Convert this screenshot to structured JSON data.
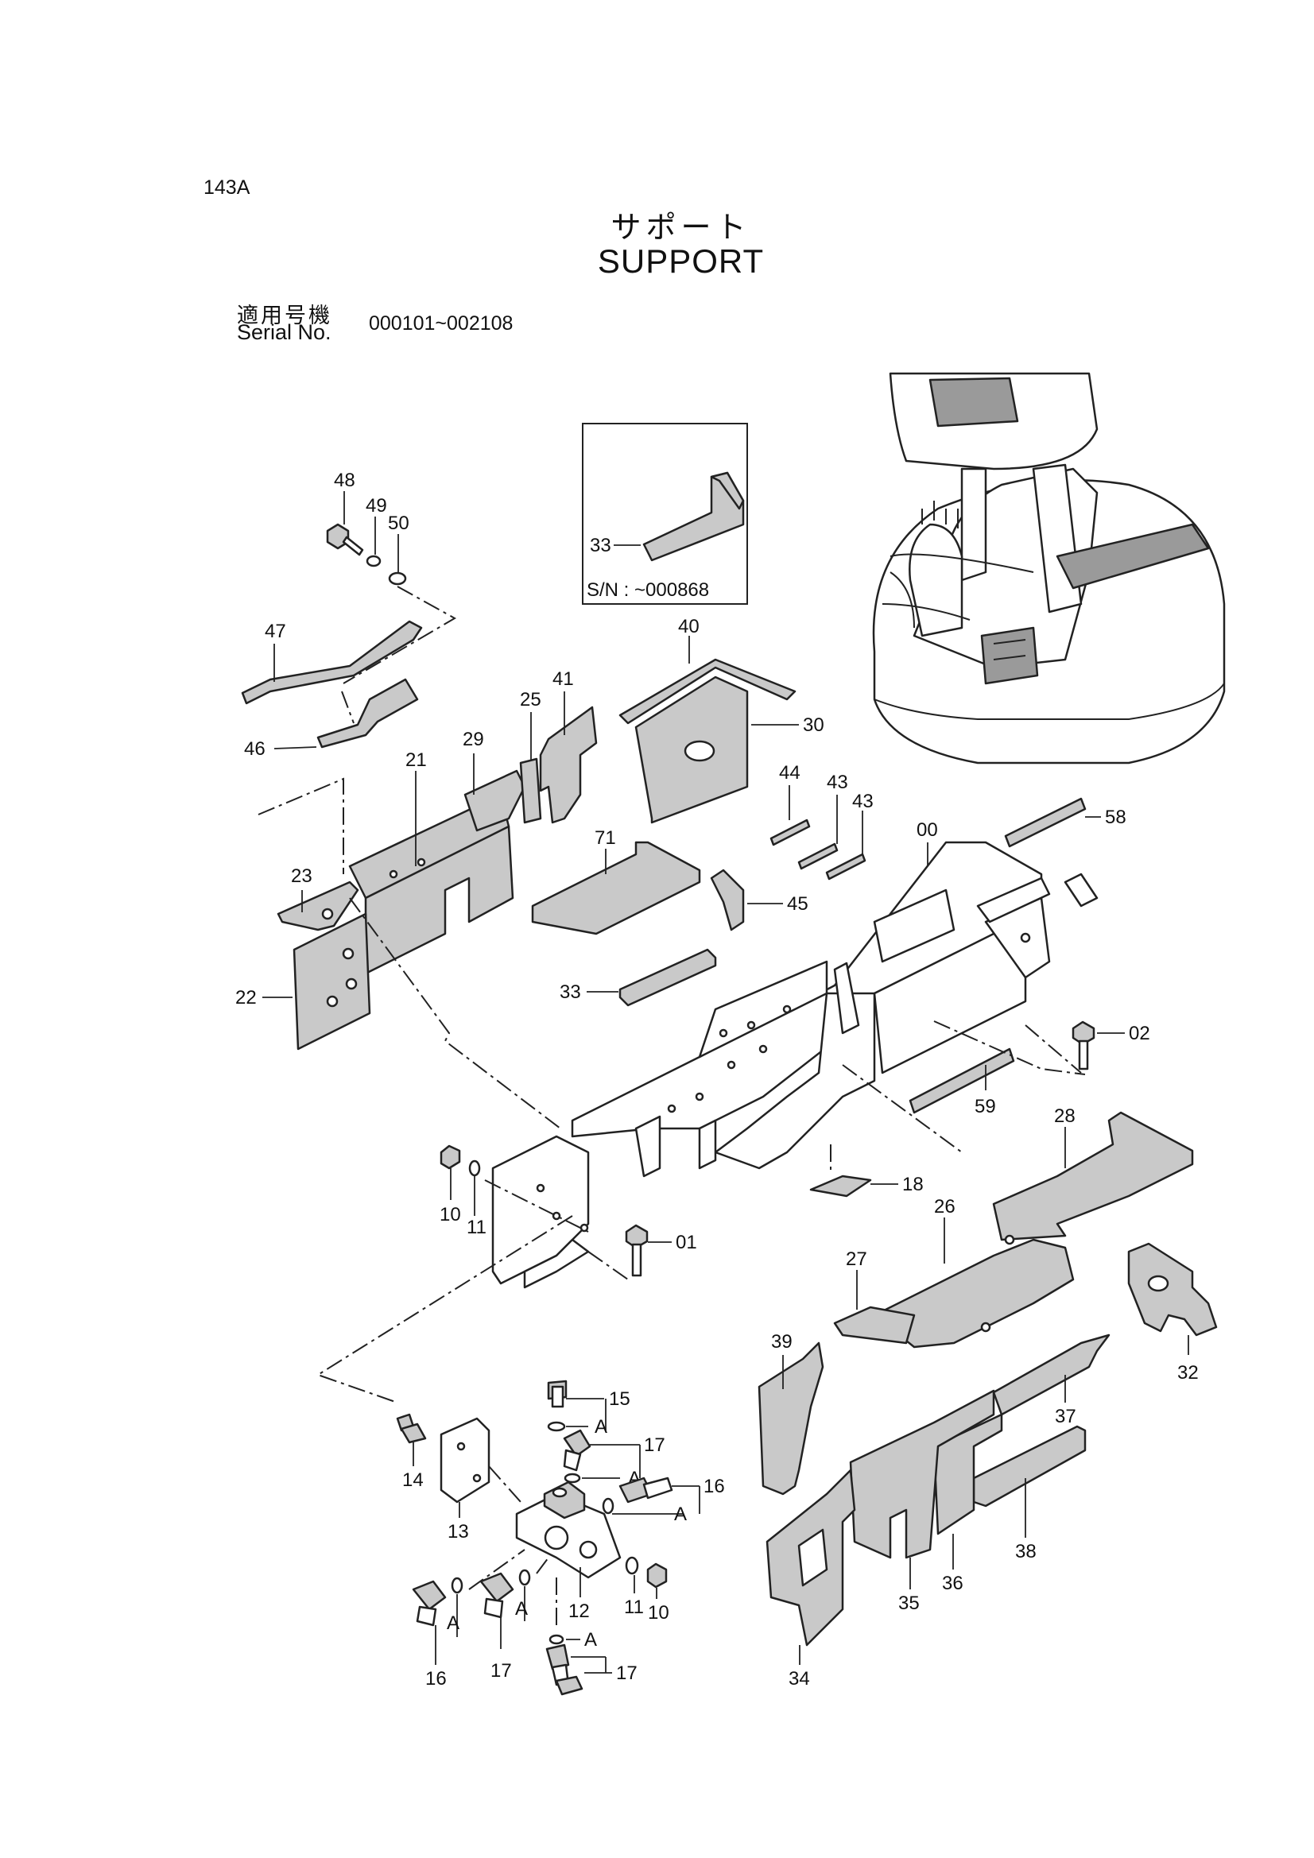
{
  "page_code": "143A",
  "title_jp": "サポート",
  "title_en": "SUPPORT",
  "serial_label_jp": "適用号機",
  "serial_label_en": "Serial No.",
  "serial_range": "000101~002108",
  "inset_note": "S/N : ~000868",
  "callouts": {
    "c48": "48",
    "c49": "49",
    "c50": "50",
    "c47": "47",
    "c46": "46",
    "c21": "21",
    "c29": "29",
    "c25": "25",
    "c41": "41",
    "c23": "23",
    "c22": "22",
    "c33_inset": "33",
    "c33": "33",
    "c40": "40",
    "c30": "30",
    "c71": "71",
    "c45": "45",
    "c44": "44",
    "c43a": "43",
    "c43b": "43",
    "c00": "00",
    "c58": "58",
    "c02": "02",
    "c59": "59",
    "c18": "18",
    "c01": "01",
    "c10a": "10",
    "c11a": "11",
    "c28": "28",
    "c26": "26",
    "c27": "27",
    "c32": "32",
    "c39": "39",
    "c37": "37",
    "c38": "38",
    "c36": "36",
    "c35": "35",
    "c34": "34",
    "c15": "15",
    "c17a": "17",
    "c16a": "16",
    "c14": "14",
    "c13": "13",
    "c12": "12",
    "c11b": "11",
    "c10b": "10",
    "c16b": "16",
    "c17b": "17",
    "c17c": "17",
    "ca1": "A",
    "ca2": "A",
    "ca3": "A",
    "ca4": "A",
    "ca5": "A",
    "ca6": "A"
  }
}
